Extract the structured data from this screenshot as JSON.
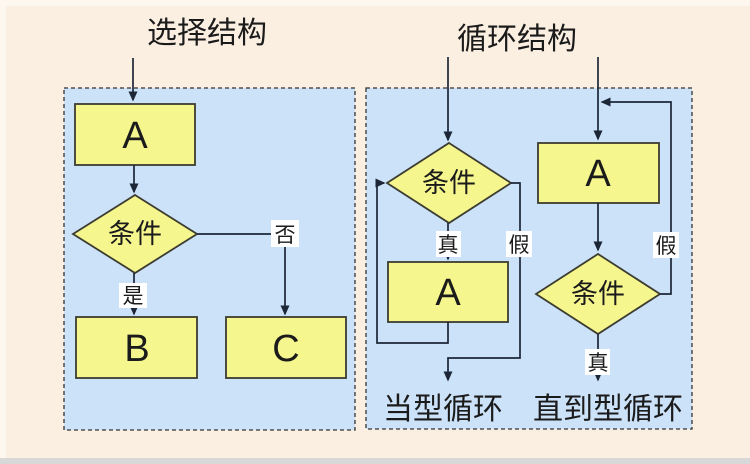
{
  "colors": {
    "canvas_bg": "#fbefe2",
    "panel_bg": "#cce2f8",
    "panel_stroke": "#333333",
    "node_fill": "#f6f68e",
    "node_stroke": "#3c3c30",
    "line": "#1c2637",
    "label_bg": "#ffffff",
    "text": "#1b1b1b",
    "footer_bar": "#d8d8d8"
  },
  "left_panel": {
    "title": "选择结构",
    "nodes": {
      "a": "A",
      "cond": "条件",
      "b": "B",
      "c": "C"
    },
    "branches": {
      "yes": "是",
      "no": "否"
    }
  },
  "right_panel": {
    "title": "循环结构",
    "while_loop": {
      "cond": "条件",
      "body": "A",
      "true_label": "真",
      "false_label": "假",
      "caption": "当型循环"
    },
    "until_loop": {
      "body": "A",
      "cond": "条件",
      "true_label": "真",
      "false_label": "假",
      "caption": "直到型循环"
    }
  }
}
